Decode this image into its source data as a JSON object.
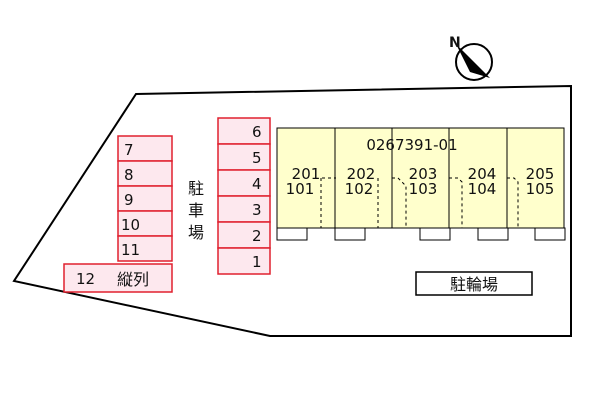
{
  "north_mark": "N",
  "parking_label": [
    "駐",
    "車",
    "場"
  ],
  "parking_left": [
    "7",
    "8",
    "9",
    "10",
    "11"
  ],
  "parking_bottom": {
    "number": "12",
    "note": "縦列"
  },
  "parking_right": [
    "6",
    "5",
    "4",
    "3",
    "2",
    "1"
  ],
  "building_code": "0267391-01",
  "units_upper": [
    "201",
    "202",
    "203",
    "204",
    "205"
  ],
  "units_lower": [
    "101",
    "102",
    "103",
    "104",
    "105"
  ],
  "bicycle_parking": "駐輪場",
  "colors": {
    "parking_fill": "#fde8ee",
    "parking_stroke": "#e0202e",
    "building_fill": "#ffffcc",
    "lot_stroke": "#000000"
  }
}
